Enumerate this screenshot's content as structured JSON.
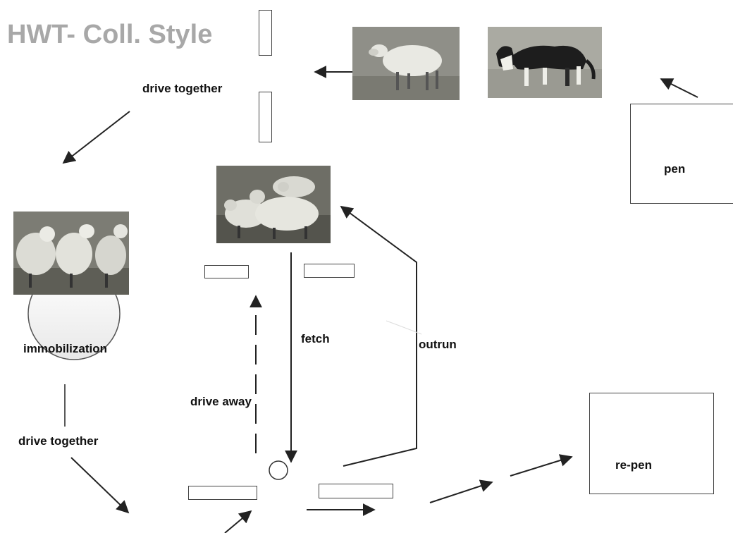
{
  "title": "HWT- Coll. Style",
  "labels": {
    "drive_together_top": "drive together",
    "drive_together_left": "drive together",
    "immobilization": "immobilization",
    "fetch": "fetch",
    "outrun": "outrun",
    "drive_away": "drive away",
    "pen": "pen",
    "re_pen": "re-pen"
  },
  "colors": {
    "title": "#a8a8a8",
    "ink": "#222222",
    "photo_ground": "#8a8a82"
  }
}
